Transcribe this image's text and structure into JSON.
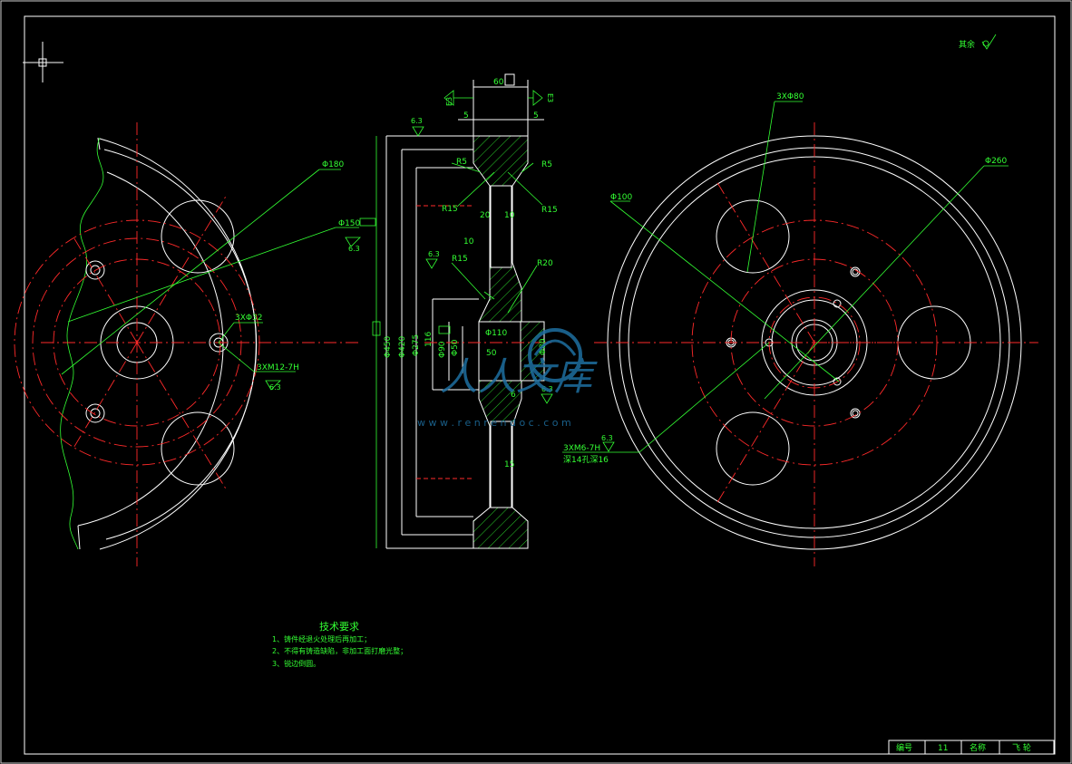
{
  "notes": {
    "surface_finish_other": "其余",
    "title": "技术要求",
    "items": [
      "1、铸件经退火处理后再加工；",
      "2、不得有铸造缺陷，非加工面打磨光整；",
      "3、锐边倒圆。"
    ]
  },
  "title_block": {
    "number_label": "编号",
    "number_value": "11",
    "name_label": "名称",
    "name_value": "飞  轮"
  },
  "left_view": {
    "d180": "Φ180",
    "d150": "Φ150",
    "holes": "3XΦ32",
    "thread": "3XM12-7H",
    "finish": "6.3"
  },
  "section_view": {
    "width60": "60",
    "dim5a": "5",
    "dim5b": "5",
    "r5a": "R5",
    "r5b": "R5",
    "r15a": "R15",
    "r15b": "R15",
    "r15c": "R15",
    "r20": "R20",
    "dim20": "20",
    "dim10a": "10",
    "dim10b": "10",
    "d110": "Φ110",
    "dim50": "50",
    "dim6": "6",
    "dim15": "15",
    "d450": "Φ450",
    "d420": "Φ420",
    "d275": "Φ275",
    "dim116": "116",
    "d90": "Φ90",
    "d50": "Φ50",
    "d80": "Φ80",
    "finish_top": "6.3",
    "finish_mid": "6.3",
    "finish_right": "6.3",
    "e3": "E3"
  },
  "right_view": {
    "holes80": "3XΦ80",
    "d260": "Φ260",
    "d100": "Φ100",
    "thread": "3XM6-7H",
    "depth": "深14孔深16",
    "finish": "6.3"
  },
  "watermark": {
    "text": "人人文库",
    "url": "w w w . r e n r e n d o c . c o m"
  }
}
